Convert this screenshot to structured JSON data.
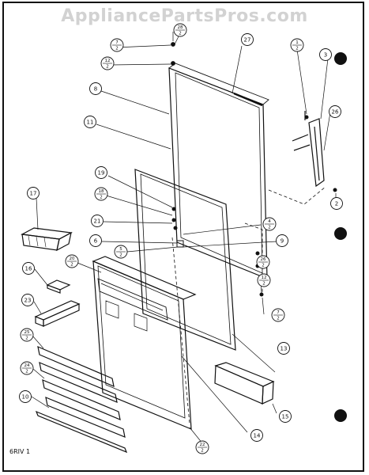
{
  "watermark": "AppliancePartsPros.com",
  "revision": "6RIV 1",
  "callouts": [
    "8",
    "11",
    "27",
    "3",
    "26",
    "19",
    "17",
    "21",
    "6",
    "16",
    "23",
    "10",
    "13",
    "14",
    "15",
    "9",
    "2"
  ],
  "fractions": [
    {
      "num": "7",
      "den": "2"
    },
    {
      "num": "28",
      "den": "2"
    },
    {
      "num": "12",
      "den": "2"
    },
    {
      "num": "1",
      "den": "2"
    },
    {
      "num": "18",
      "den": "2"
    },
    {
      "num": "5",
      "den": "2"
    },
    {
      "num": "4",
      "den": "2"
    },
    {
      "num": "20",
      "den": "2"
    },
    {
      "num": "25",
      "den": "2"
    },
    {
      "num": "24",
      "den": "2"
    },
    {
      "num": "26",
      "den": "2"
    },
    {
      "num": "12",
      "den": "2"
    },
    {
      "num": "7",
      "den": "2"
    },
    {
      "num": "22",
      "den": "2"
    }
  ]
}
